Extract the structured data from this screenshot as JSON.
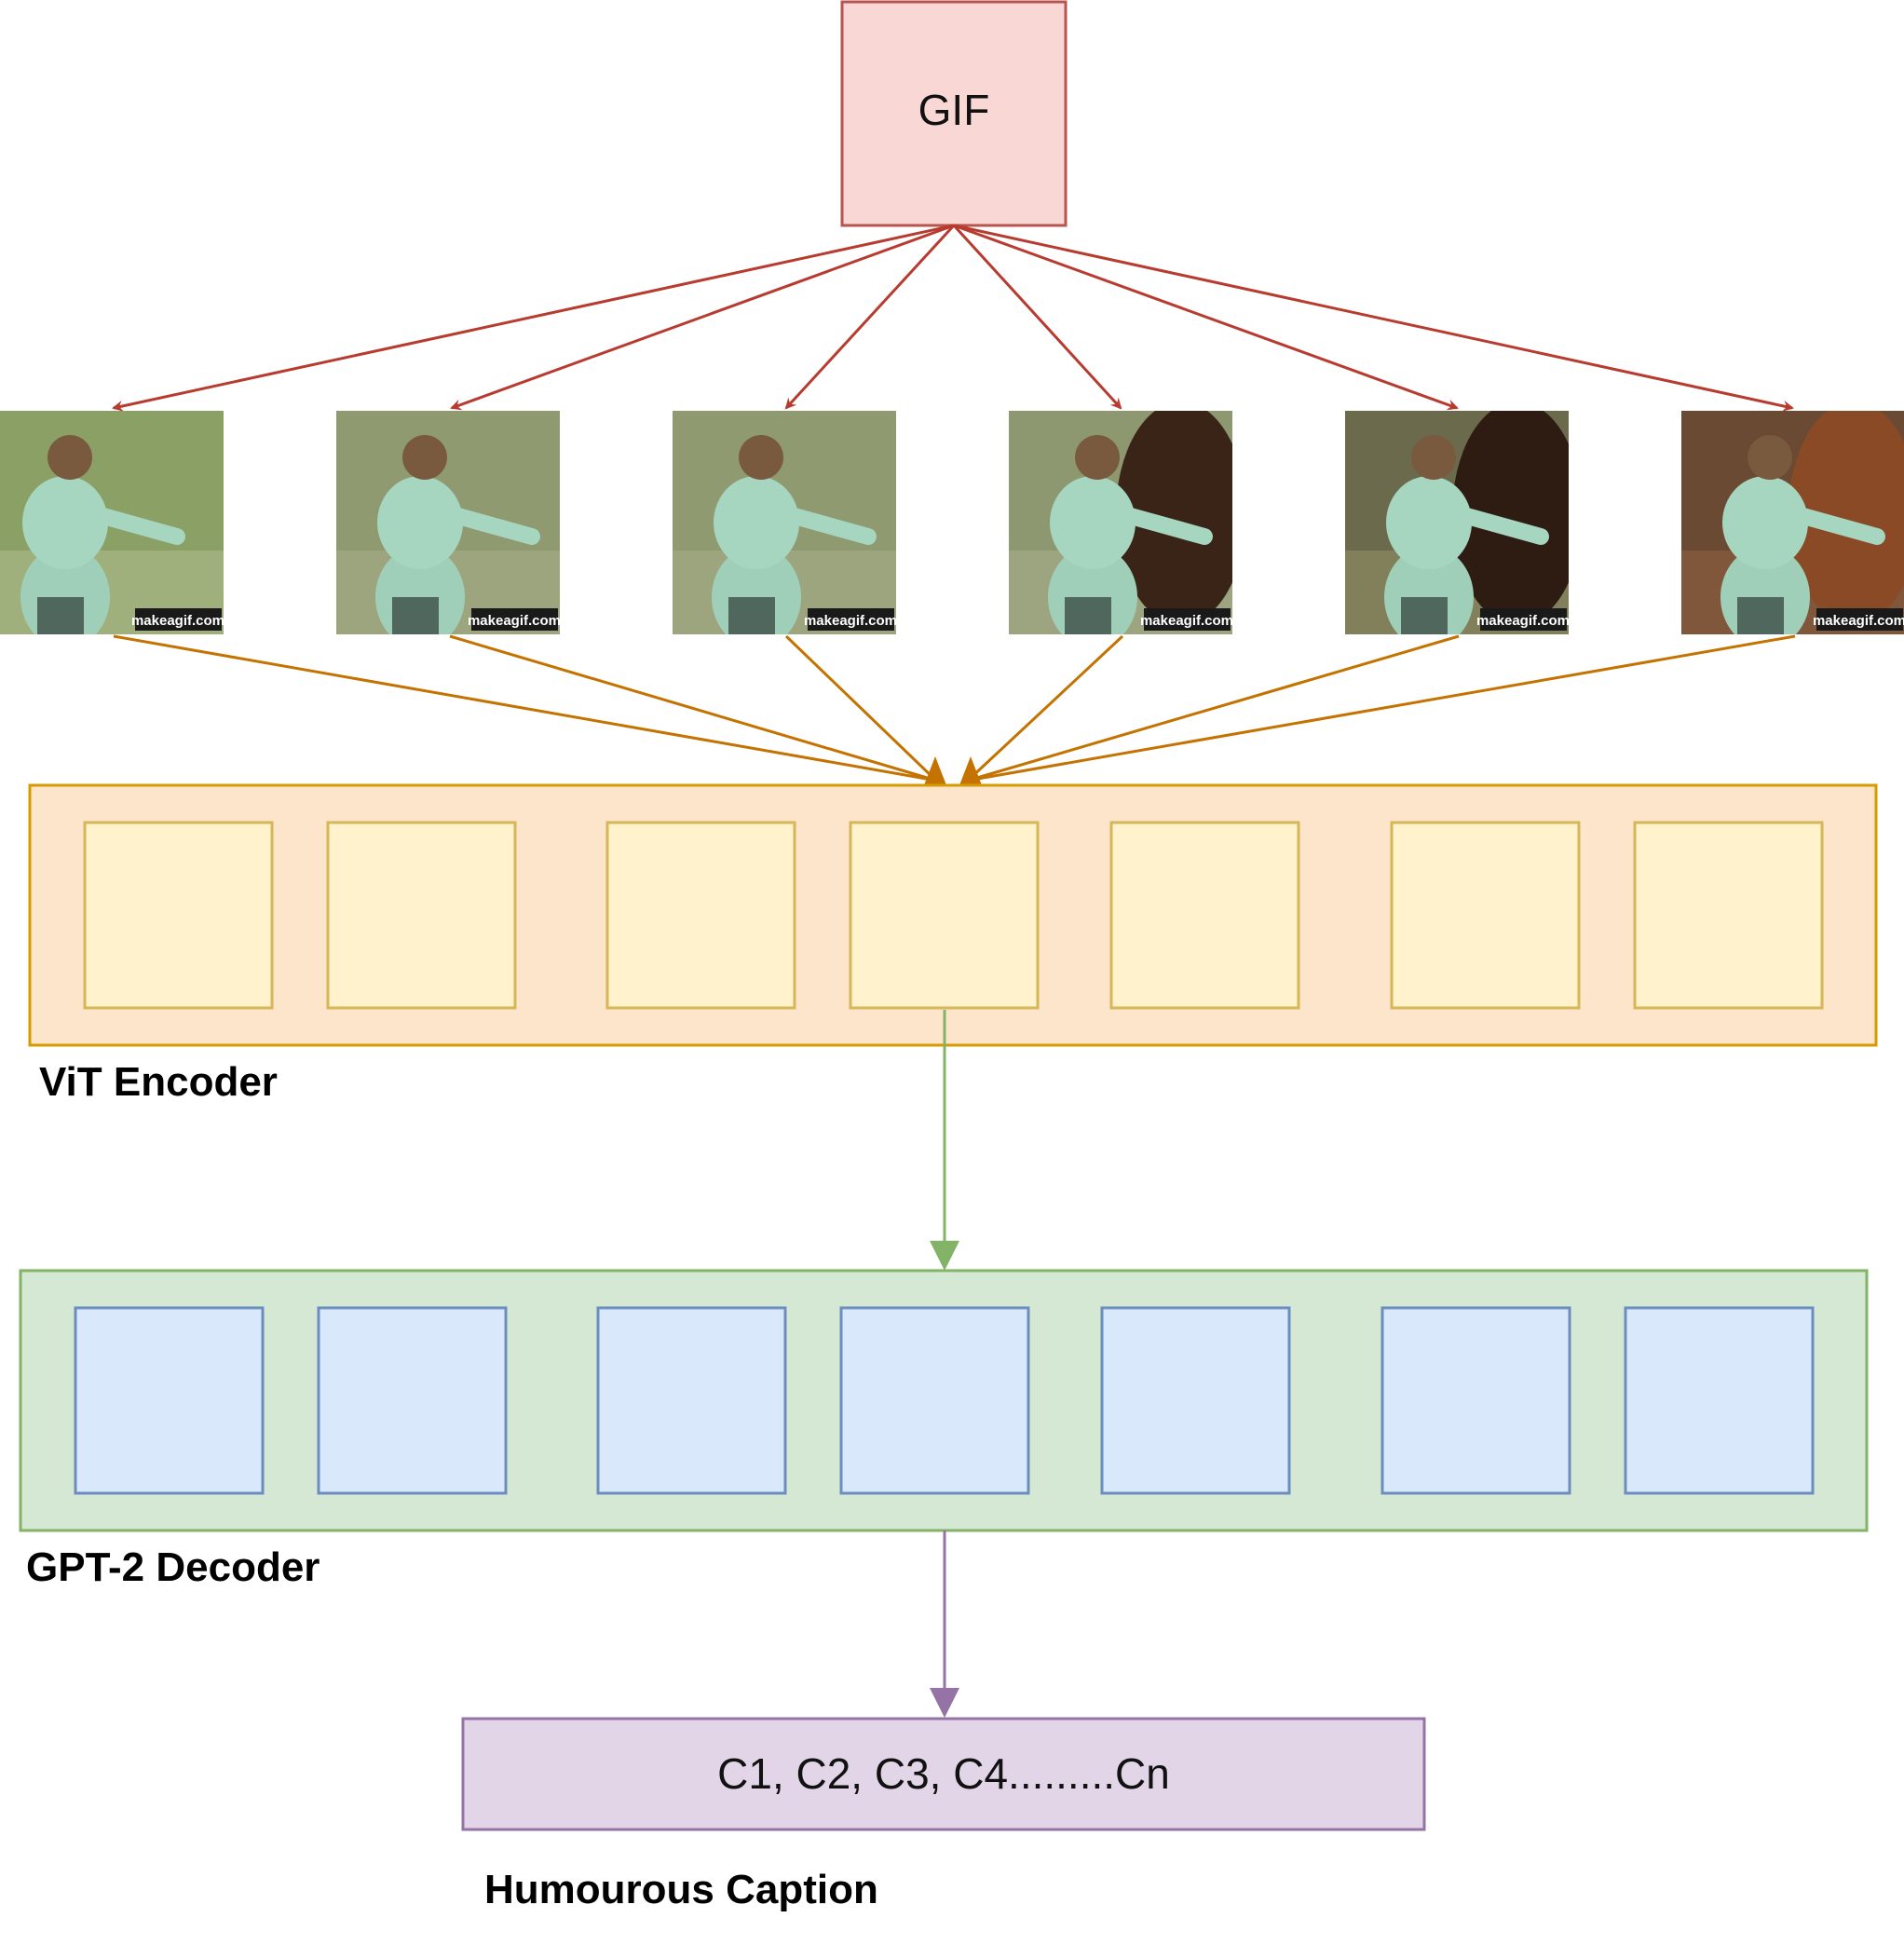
{
  "source": {
    "label": "GIF",
    "fill": "#f8d7d5",
    "stroke": "#b85450"
  },
  "frames": {
    "count": 6,
    "watermark": "makeagif.com",
    "items": [
      {
        "scene": "woman-running"
      },
      {
        "scene": "woman-arm-out"
      },
      {
        "scene": "woman-arm-out"
      },
      {
        "scene": "woman-reaching-horse"
      },
      {
        "scene": "woman-with-horses"
      },
      {
        "scene": "woman-climbing-horse"
      }
    ]
  },
  "encoder": {
    "label": "ViT Encoder",
    "fill": "#fde5cc",
    "stroke": "#d79b00",
    "block_fill": "#fff2cc",
    "block_stroke": "#d6b656",
    "block_count": 7
  },
  "decoder": {
    "label": "GPT-2 Decoder",
    "fill": "#d5e8d4",
    "stroke": "#82b366",
    "block_fill": "#dae8fc",
    "block_stroke": "#6c8ebf",
    "block_count": 7
  },
  "output": {
    "text": "C1, C2, C3, C4.........Cn",
    "label": "Humourous Caption",
    "fill": "#e1d5e7",
    "stroke": "#9673a6"
  },
  "arrows": {
    "gif_to_frames": "#b83b2f",
    "frames_to_encoder": "#c47200",
    "encoder_to_decoder": "#82b366",
    "decoder_to_output": "#9673a6"
  }
}
